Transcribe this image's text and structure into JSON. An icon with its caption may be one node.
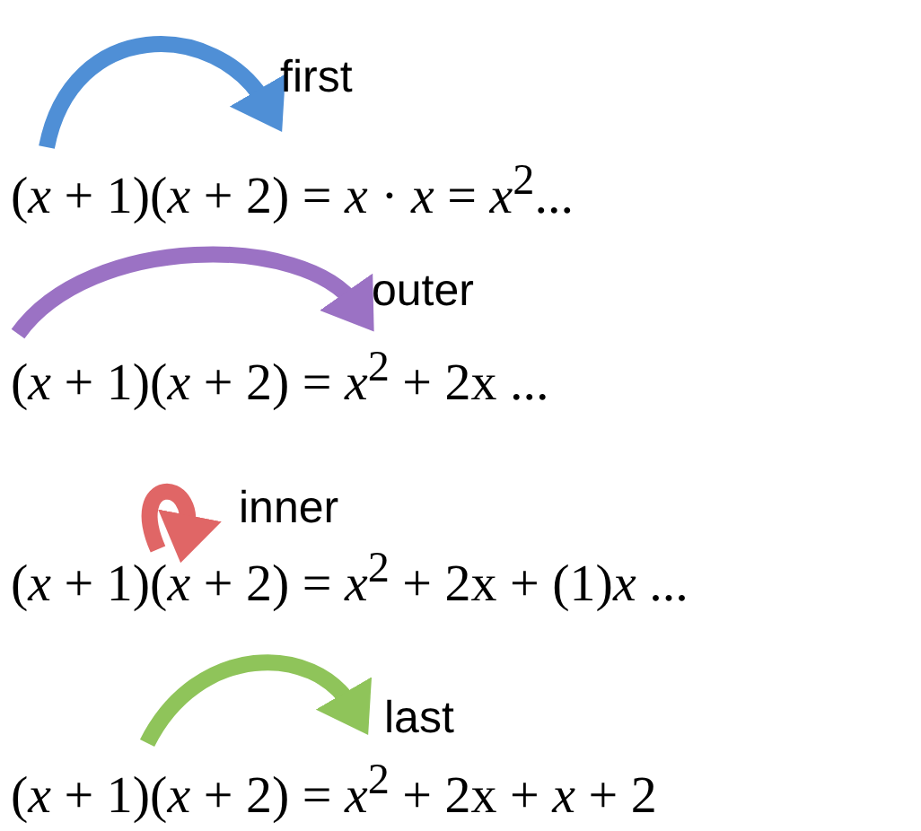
{
  "diagram": {
    "labels": [
      "first",
      "(*x* + 1)(*x* + 2) = *x* · *x* = *x*$^{2}$...",
      "outer",
      "(*x* + 1)(*x* + 2) = *x*$^{2}$ + 2x ...",
      "inner",
      "(*x* + 1)(*x* + 2) = *x*$^{2}$ + 2x + (1)*x* ...",
      "last",
      "(*x* + 1)(*x* + 2) = *x*$^{2}$ + 2x + *x* + 2"
    ]
  }
}
